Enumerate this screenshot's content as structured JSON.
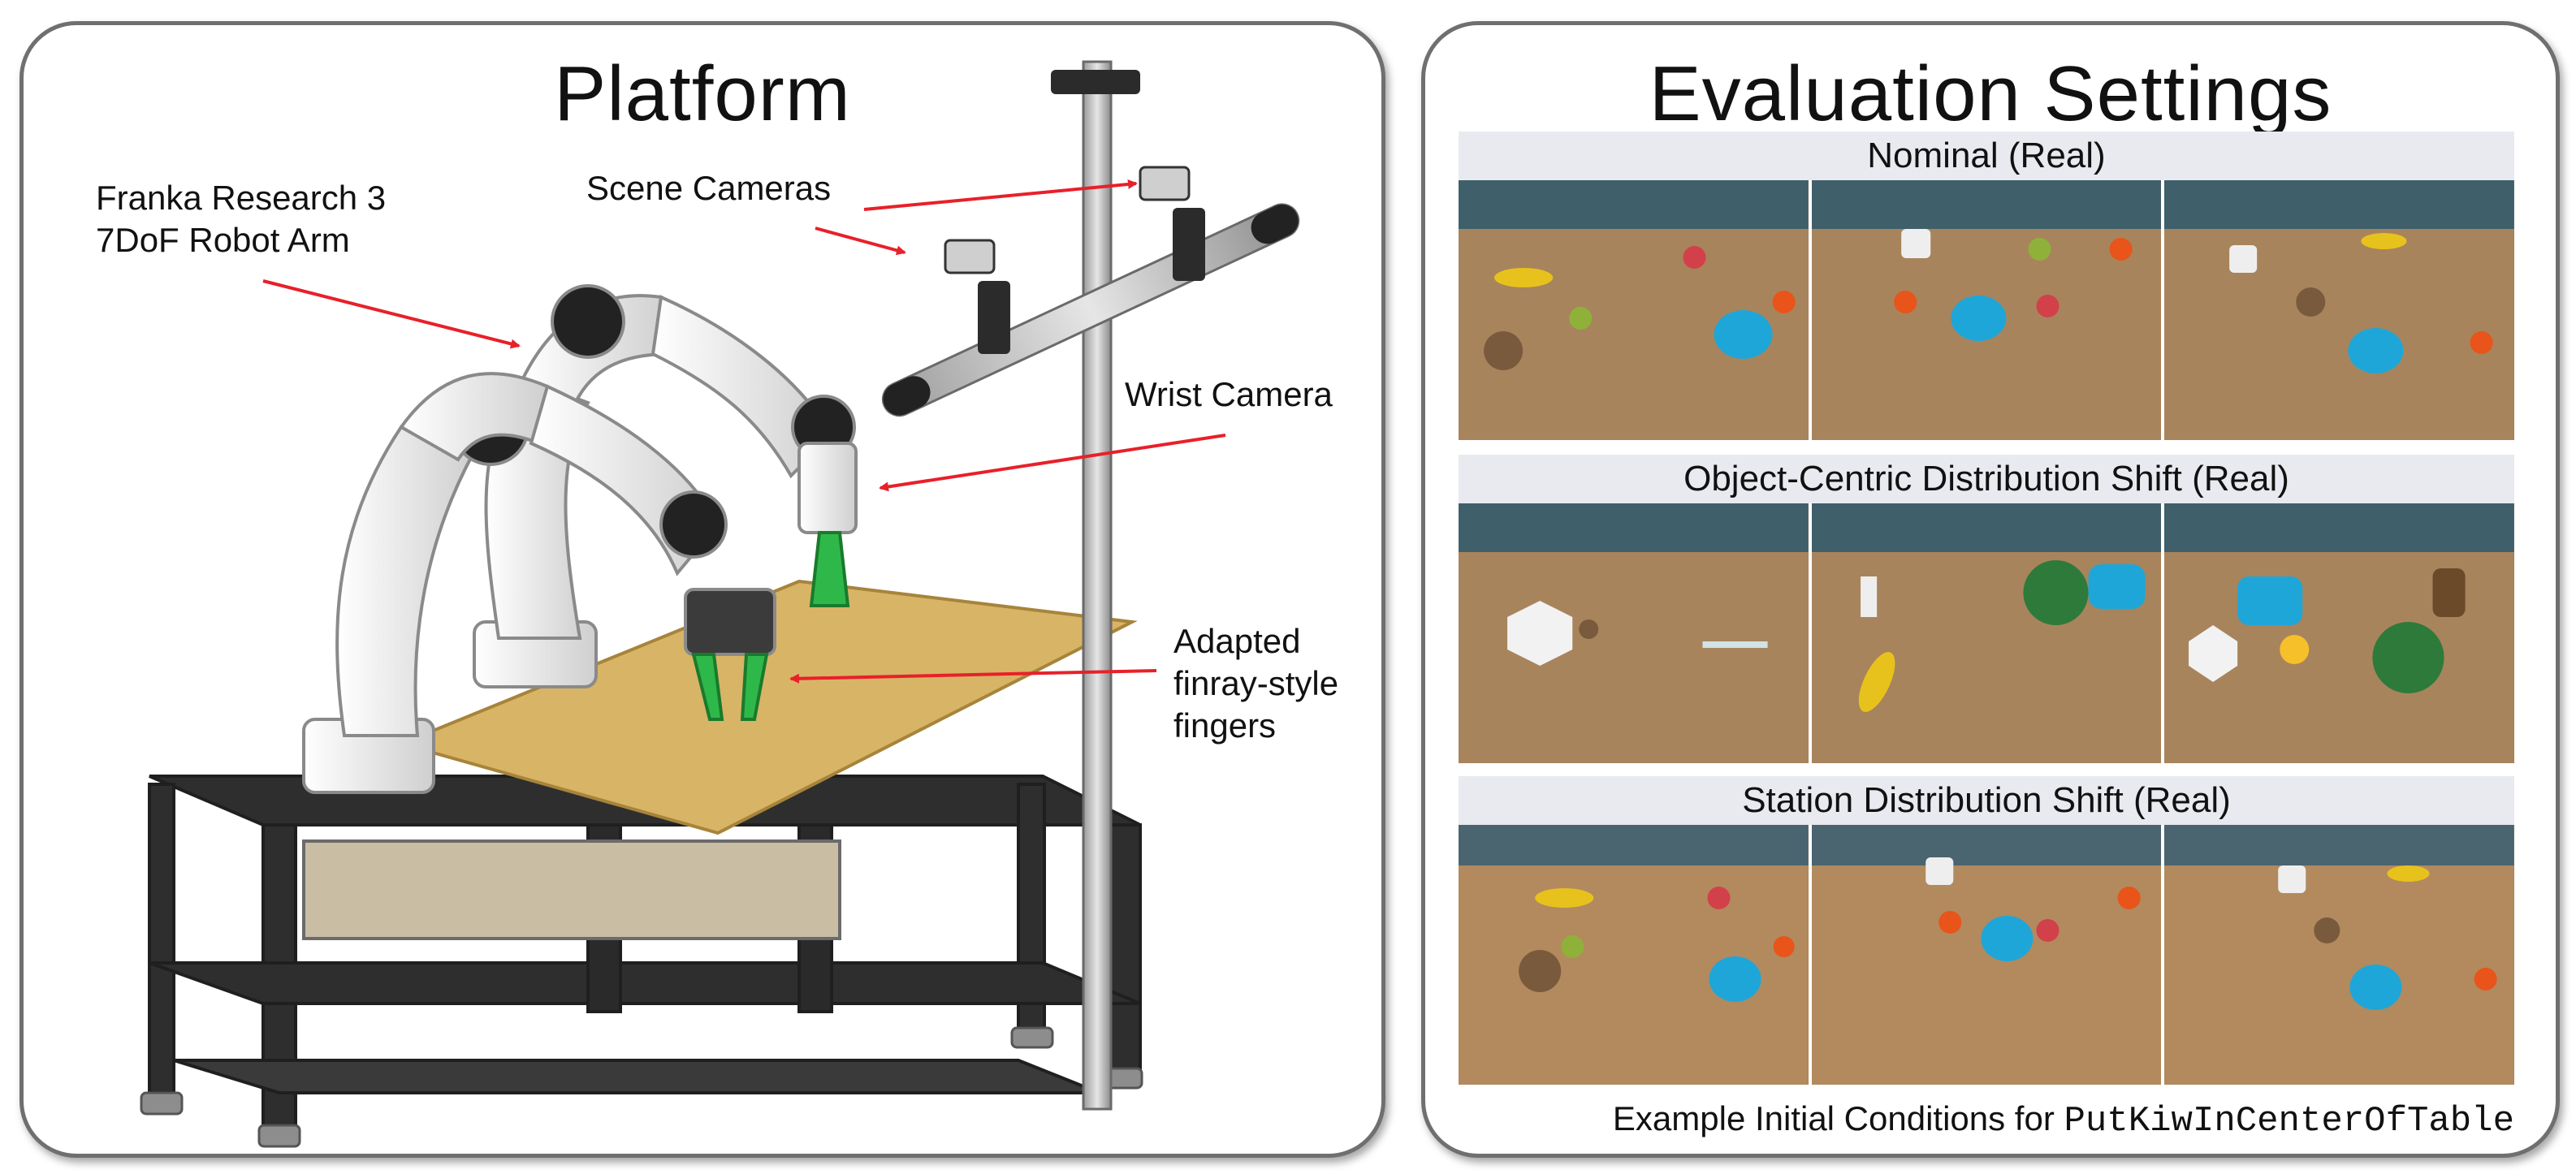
{
  "platform": {
    "title": "Platform",
    "labels": {
      "robot_arm_line1": "Franka Research 3",
      "robot_arm_line2": "7DoF Robot Arm",
      "scene_cameras": "Scene Cameras",
      "wrist_camera": "Wrist Camera",
      "fingers_line1": "Adapted",
      "fingers_line2": "finray-style",
      "fingers_line3": "fingers"
    },
    "colors": {
      "arrow": "#e8202a",
      "table_top": "#d8b466",
      "frame": "#2b2b2b",
      "arm": "#ececec",
      "fingers": "#2fb84a"
    }
  },
  "evaluation": {
    "title": "Evaluation Settings",
    "sections": [
      {
        "header": "Nominal (Real)"
      },
      {
        "header": "Object-Centric Distribution Shift (Real)"
      },
      {
        "header": "Station Distribution Shift (Real)"
      }
    ],
    "caption_prefix": "Example Initial Conditions for",
    "caption_task": "PutKiwInCenterOfTable",
    "colors": {
      "table_wood": "#a8845c",
      "plate": "#1fa6d8",
      "banana": "#e8c21c",
      "orange": "#e8541a",
      "kiwi": "#6b4a2a"
    }
  }
}
